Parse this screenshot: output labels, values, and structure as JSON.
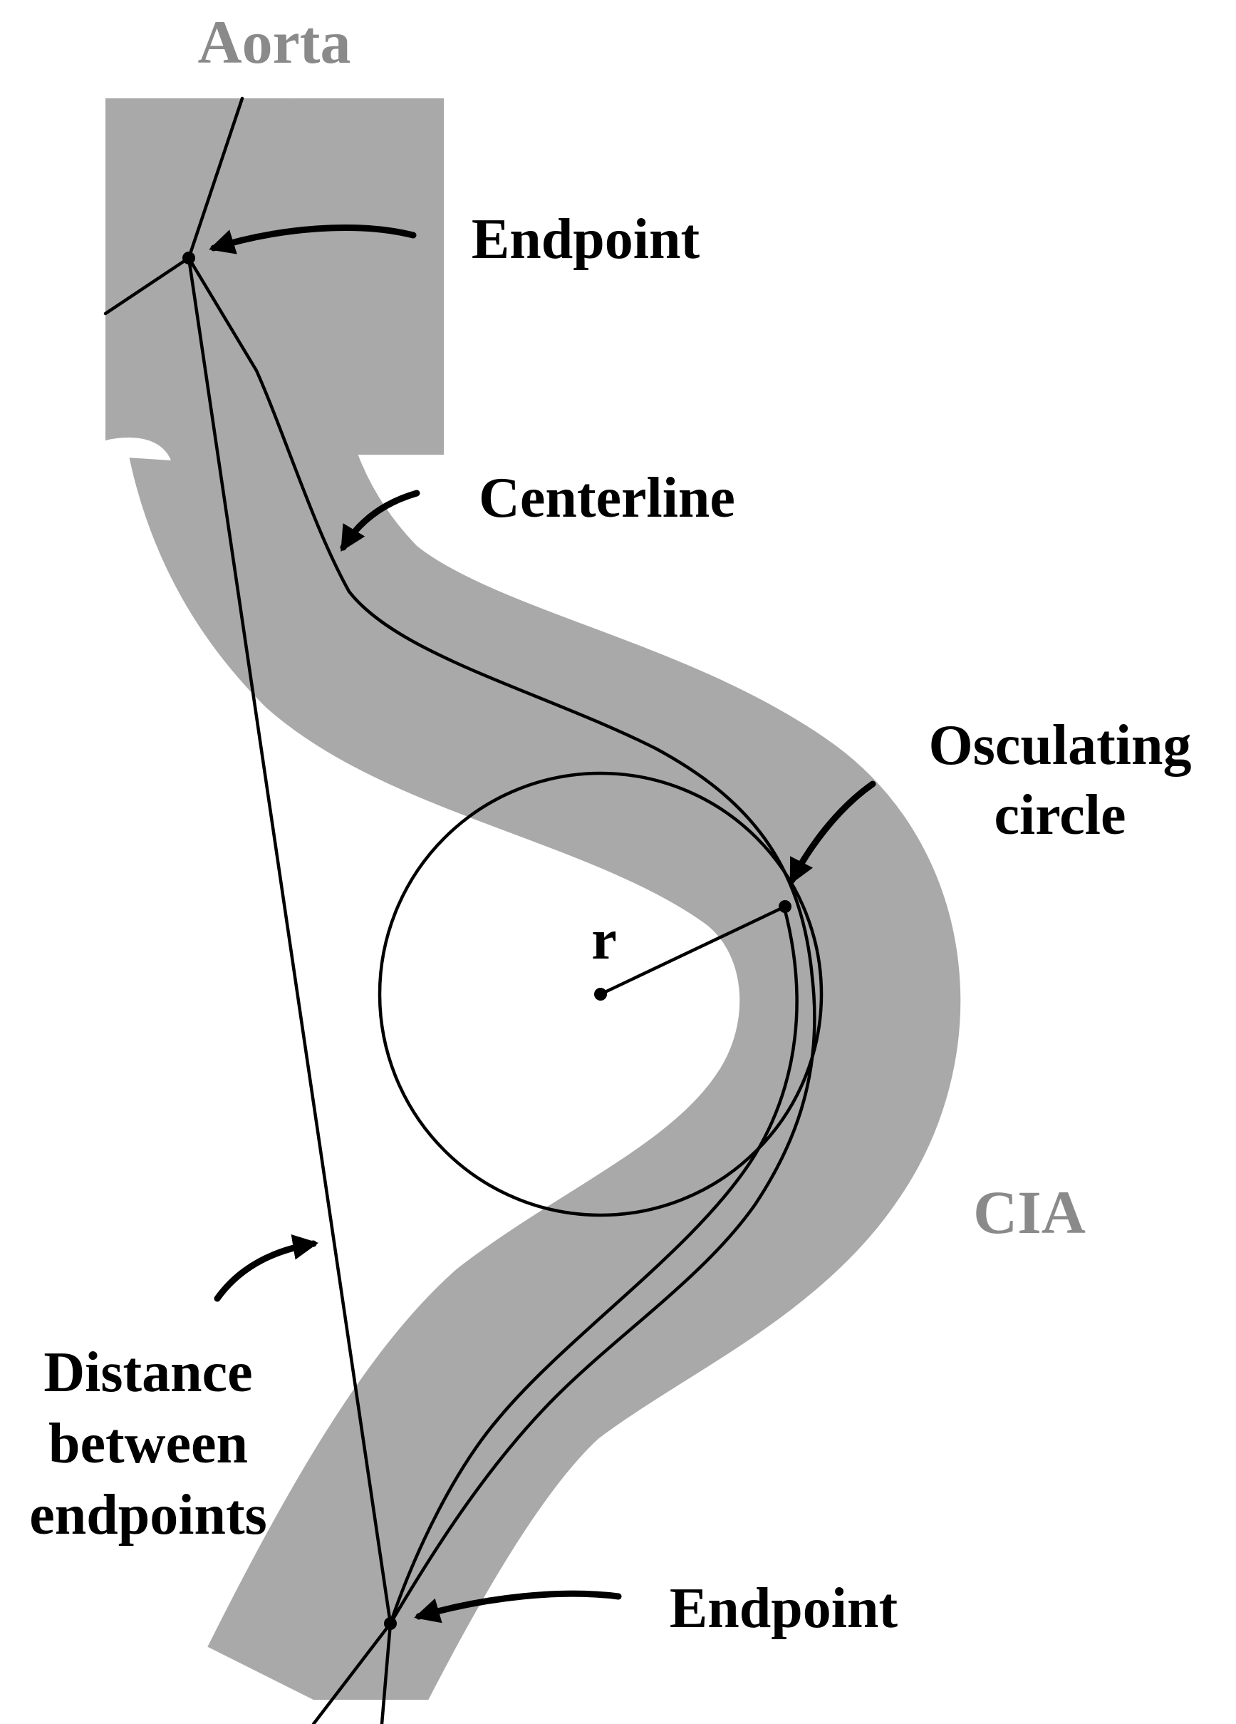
{
  "labels": {
    "aorta": "Aorta",
    "cia": "CIA",
    "endpoint_top": "Endpoint",
    "endpoint_bottom": "Endpoint",
    "centerline": "Centerline",
    "osculating_line1": "Osculating",
    "osculating_line2": "circle",
    "radius": "r",
    "distance_line1": "Distance",
    "distance_line2": "between",
    "distance_line3": "endpoints"
  },
  "colors": {
    "vessel": "#a9a9a9",
    "vessel_edge": "#9c9c9c",
    "region_label": "#8a8a8a",
    "ink": "#000000"
  }
}
